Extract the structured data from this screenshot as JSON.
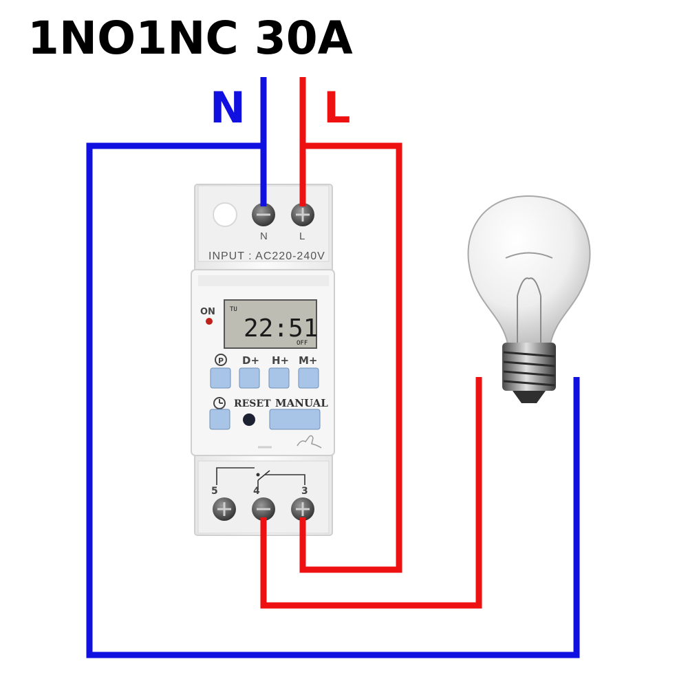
{
  "title": "1NO1NC 30A",
  "wire_labels": {
    "neutral": "N",
    "live": "L"
  },
  "colors": {
    "neutral_wire": "#1010e0",
    "live_wire": "#ee1111",
    "button": "#a8c4e6",
    "led": "#c0201a"
  },
  "device": {
    "top_terminals": {
      "n": "N",
      "l": "L"
    },
    "input_label": "INPUT : AC220-240V",
    "on_label": "ON",
    "lcd": {
      "day": "TU",
      "time": "22:51",
      "state": "OFF"
    },
    "button_labels": {
      "p": "P",
      "d": "D+",
      "h": "H+",
      "m": "M+",
      "clock": "clock-icon",
      "reset": "RESET",
      "manual": "MANUAL"
    },
    "bottom_terminals": {
      "t5": "5",
      "t4": "4",
      "t3": "3"
    }
  },
  "icons": [
    "screw-terminal-icon",
    "clock-icon",
    "hand-icon",
    "light-bulb-icon"
  ]
}
